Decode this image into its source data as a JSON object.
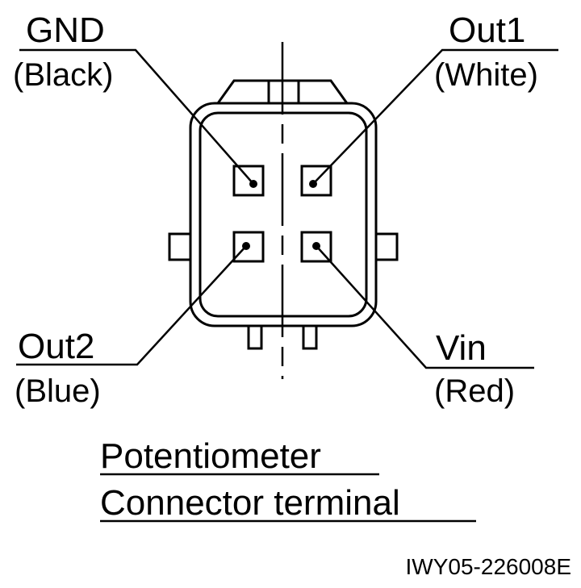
{
  "labels": {
    "gnd": {
      "name": "GND",
      "color": "(Black)"
    },
    "out1": {
      "name": "Out1",
      "color": "(White)"
    },
    "out2": {
      "name": "Out2",
      "color": "(Blue)"
    },
    "vin": {
      "name": "Vin",
      "color": "(Red)"
    }
  },
  "caption": {
    "line1": "Potentiometer",
    "line2": "Connector terminal"
  },
  "figure_code": "IWY05-226008E",
  "colors": {
    "ink": "#000000",
    "background": "#ffffff"
  }
}
